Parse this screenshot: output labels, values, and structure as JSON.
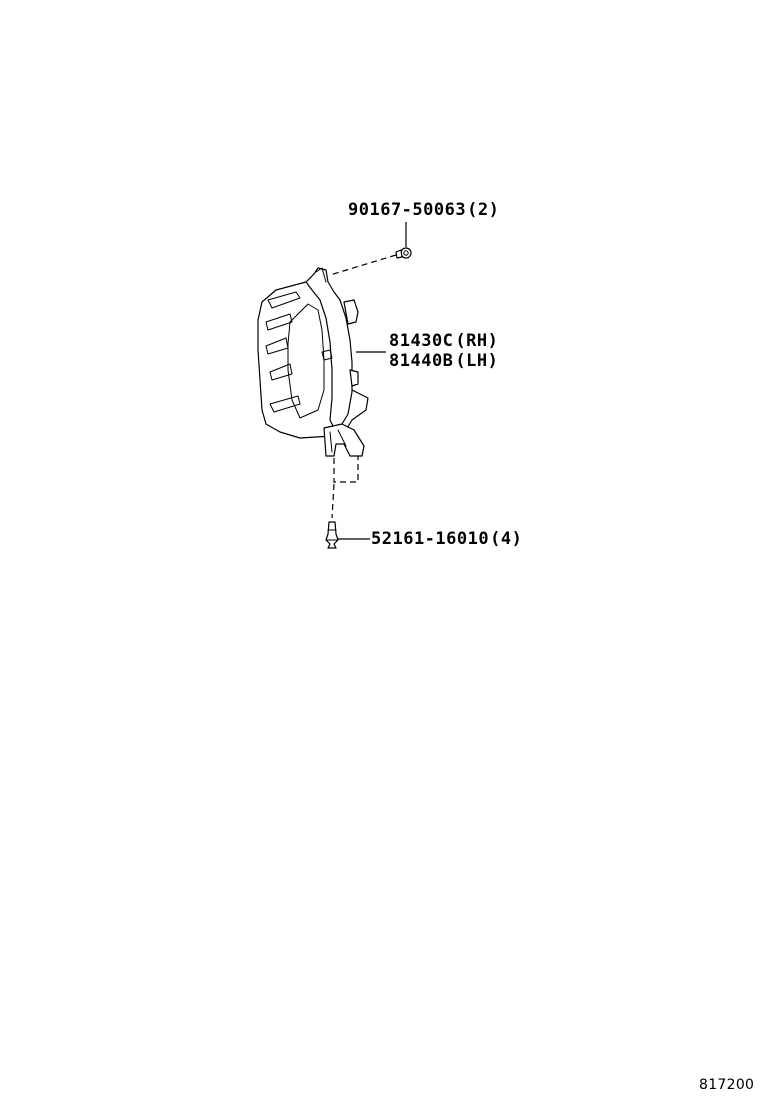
{
  "diagram": {
    "type": "exploded-parts-diagram",
    "illustration_id": "817200",
    "parts": [
      {
        "part_number": "90167-50063",
        "quantity": "(2)",
        "label": "90167-50063(2)",
        "component": "screw"
      },
      {
        "part_number": "81430C",
        "side": "(RH)",
        "label": "81430C(RH)",
        "component": "lamp-assembly"
      },
      {
        "part_number": "81440B",
        "side": "(LH)",
        "label": "81440B(LH)",
        "component": "lamp-assembly"
      },
      {
        "part_number": "52161-16010",
        "quantity": "(4)",
        "label": "52161-16010(4)",
        "component": "clip"
      }
    ]
  }
}
